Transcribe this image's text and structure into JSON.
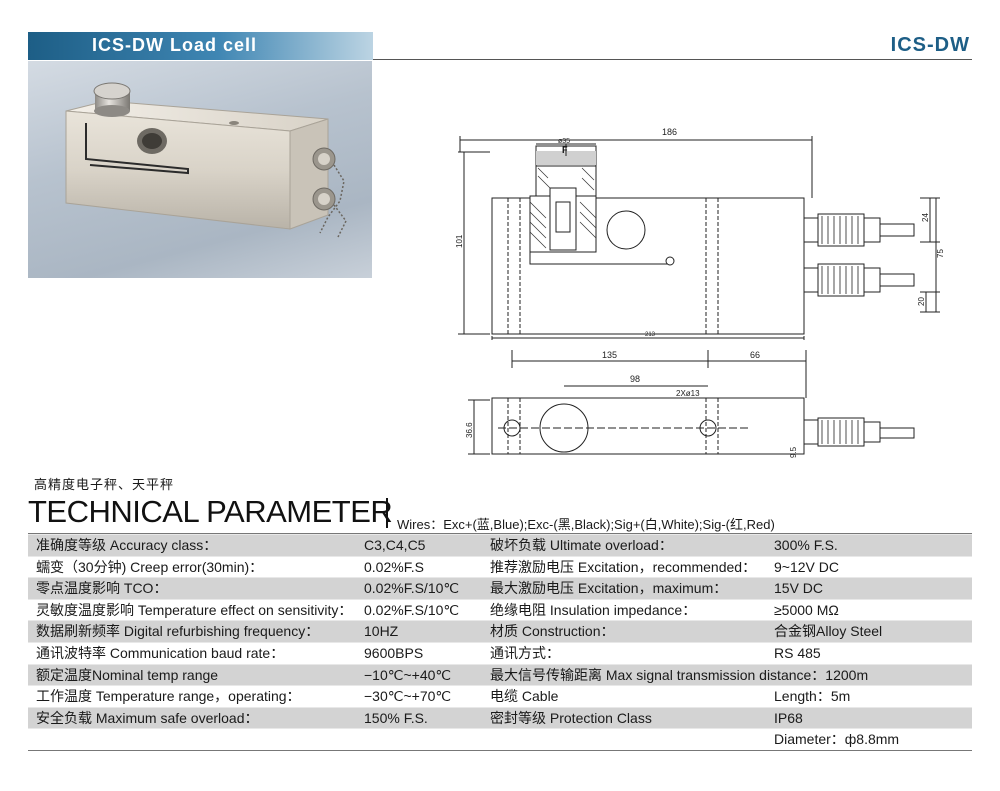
{
  "header": {
    "title": "ICS-DW  Load cell",
    "model": "ICS-DW"
  },
  "drawing": {
    "top_view": {
      "dim_total_length": "186",
      "dim_pin_dia": "ø35",
      "dim_force_label": "F",
      "dim_height": "101",
      "dim_base_length": "213",
      "dim_connector_upper": "24",
      "dim_connector_span": "75",
      "dim_connector_lower": "20"
    },
    "plan_view": {
      "dim_left": "135",
      "dim_right": "66",
      "dim_holes_pitch": "98",
      "dim_holes": "2Xø13",
      "dim_width": "36.6",
      "dim_connector": "9.5"
    }
  },
  "subtitle": "高精度电子秤、天平秤",
  "technical": {
    "heading": "TECHNICAL PARAMETER",
    "wires": "Wires：Exc+(蓝,Blue);Exc-(黑,Black);Sig+(白,White);Sig-(红,Red)",
    "rows": [
      {
        "l_label": "准确度等级 Accuracy class：",
        "l_value": "C3,C4,C5",
        "r_label": "破坏负载 Ultimate overload：",
        "r_value": "300% F.S."
      },
      {
        "l_label": "蠕变（30分钟) Creep error(30min)：",
        "l_value": "0.02%F.S",
        "r_label": "推荐激励电压 Excitation，recommended：",
        "r_value": "9~12V DC"
      },
      {
        "l_label": "零点温度影响 TCO：",
        "l_value": "0.02%F.S/10℃",
        "r_label": "最大激励电压 Excitation，maximum：",
        "r_value": "15V DC"
      },
      {
        "l_label": "灵敏度温度影响 Temperature effect on sensitivity：",
        "l_value": "0.02%F.S/10℃",
        "r_label": "绝缘电阻 Insulation impedance：",
        "r_value": "≥5000 MΩ"
      },
      {
        "l_label": "数据刷新频率 Digital refurbishing frequency：",
        "l_value": "10HZ",
        "r_label": "材质 Construction：",
        "r_value": "合金钢Alloy Steel"
      },
      {
        "l_label": "通讯波特率 Communication baud rate：",
        "l_value": "9600BPS",
        "r_label": "通讯方式：",
        "r_value": "RS 485"
      },
      {
        "l_label": "额定温度Nominal temp range",
        "l_value": "−10℃~+40℃",
        "r_label": "最大信号传输距离 Max signal transmission distance：1200m",
        "r_value": ""
      },
      {
        "l_label": "工作温度 Temperature range，operating：",
        "l_value": "−30℃~+70℃",
        "r_label": "电缆  Cable",
        "r_value": "Length：5m"
      },
      {
        "l_label": "安全负载 Maximum safe overload：",
        "l_value": "150% F.S.",
        "r_label": "密封等级 Protection Class",
        "r_value": "IP68"
      },
      {
        "l_label": "",
        "l_value": "",
        "r_label": "",
        "r_value": "Diameter：ф8.8mm"
      }
    ]
  },
  "colors": {
    "title_bar": "#1d5e86",
    "row_shade": "#d3d3d3"
  }
}
